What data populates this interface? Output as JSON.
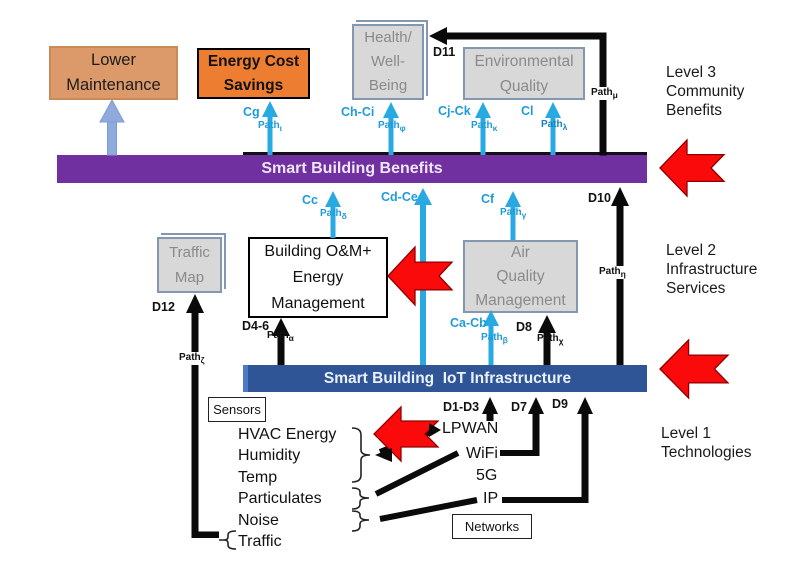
{
  "palette": {
    "purple_bar": "#7030A0",
    "blue_bar": "#2F5597",
    "cyan_arrow": "#29A9E1",
    "periwinkle_arrow": "#8FAADC",
    "red_arrow": "#FA0A0A",
    "orange_box": "#ED7D31",
    "tan_box": "#DC9A6B",
    "gray_box_fill": "#D8D8D8",
    "gray_box_border": "#8497B0",
    "gray_box_text": "#8A8A8A"
  },
  "bars": {
    "benefits": {
      "label": "Smart Building Benefits"
    },
    "iot": {
      "label": "Smart Building  IoT Infrastructure"
    }
  },
  "boxes": {
    "lower_maintenance": {
      "lines": [
        "Lower",
        "Maintenance"
      ]
    },
    "energy_cost": {
      "lines": [
        "Energy Cost",
        "Savings"
      ]
    },
    "health": {
      "lines": [
        "Health/",
        "Well-",
        "Being"
      ]
    },
    "env_quality": {
      "lines": [
        "Environmental",
        "Quality"
      ]
    },
    "traffic_map": {
      "lines": [
        "Traffic",
        "Map"
      ]
    },
    "building_om": {
      "lines": [
        "Building O&M+",
        "Energy",
        "Management"
      ]
    },
    "air_quality": {
      "lines": [
        "Air",
        "Quality",
        "Management"
      ]
    }
  },
  "levels": [
    {
      "lines": [
        "Level 3",
        "Community",
        "Benefits"
      ]
    },
    {
      "lines": [
        "Level 2",
        "Infrastructure",
        "Services"
      ]
    },
    {
      "lines": [
        "Level 1",
        "Technologies"
      ]
    }
  ],
  "flow_labels": {
    "cg": "Cg",
    "ch_ci": "Ch-Ci",
    "cj_ck": "Cj-Ck",
    "cl": "Cl",
    "cc": "Cc",
    "cd_ce": "Cd-Ce",
    "cf": "Cf",
    "ca_cb": "Ca-Cb",
    "d11": "D11",
    "d10": "D10",
    "d12": "D12",
    "d4_6": "D4-6",
    "d8": "D8",
    "d1_d3": "D1-D3",
    "d7": "D7",
    "d9": "D9"
  },
  "paths": {
    "iota": {
      "base": "Path",
      "sub": "ι"
    },
    "phi": {
      "base": "Path",
      "sub": "φ"
    },
    "kappa": {
      "base": "Path",
      "sub": "κ"
    },
    "lambda": {
      "base": "Path",
      "sub": "λ"
    },
    "mu": {
      "base": "Path",
      "sub": "μ"
    },
    "delta": {
      "base": "Path",
      "sub": "δ"
    },
    "gamma": {
      "base": "Path",
      "sub": "γ"
    },
    "eta": {
      "base": "Path",
      "sub": "η"
    },
    "alpha": {
      "base": "Path",
      "sub": "α"
    },
    "beta": {
      "base": "Path",
      "sub": "β"
    },
    "chi": {
      "base": "Path",
      "sub": "χ"
    },
    "zeta": {
      "base": "Path",
      "sub": "ζ"
    }
  },
  "sensors": {
    "tag": "Sensors",
    "items": [
      "HVAC Energy",
      "Humidity",
      "Temp",
      "Particulates",
      "Noise",
      "Traffic"
    ]
  },
  "networks": {
    "tag": "Networks",
    "items": [
      "LPWAN",
      "WiFi",
      "5G",
      "IP"
    ]
  }
}
